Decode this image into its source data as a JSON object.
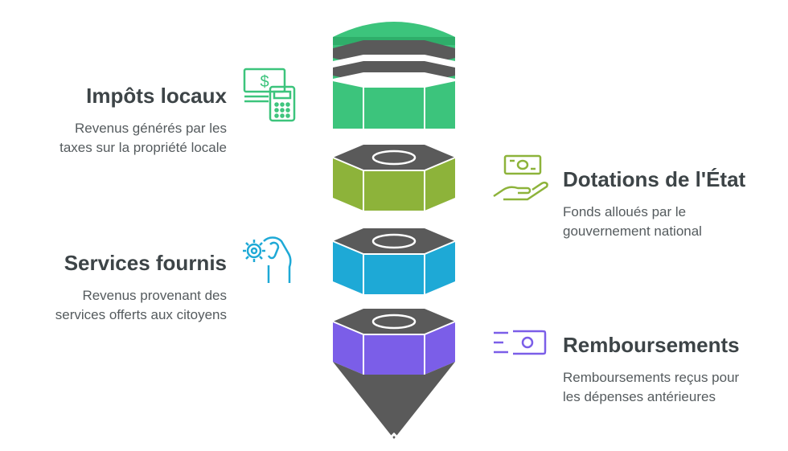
{
  "items": [
    {
      "title": "Impôts locaux",
      "desc": [
        "Revenus générés par les",
        "taxes sur la propriété locale"
      ],
      "icon": "money-calculator-icon",
      "color": "#3cc47c"
    },
    {
      "title": "Dotations de l'État",
      "desc": [
        "Fonds alloués par le",
        "gouvernement national"
      ],
      "icon": "money-hand-icon",
      "color": "#8db33a"
    },
    {
      "title": "Services fournis",
      "desc": [
        "Revenus provenant des",
        "services offerts aux citoyens"
      ],
      "icon": "gear-hand-icon",
      "color": "#1ea9d6"
    },
    {
      "title": "Remboursements",
      "desc": [
        "Remboursements reçus pour",
        "les dépenses antérieures"
      ],
      "icon": "refund-card-icon",
      "color": "#7b5ee8"
    }
  ],
  "colors": {
    "dark": "#5a5a5a",
    "text": "#3d4447"
  }
}
